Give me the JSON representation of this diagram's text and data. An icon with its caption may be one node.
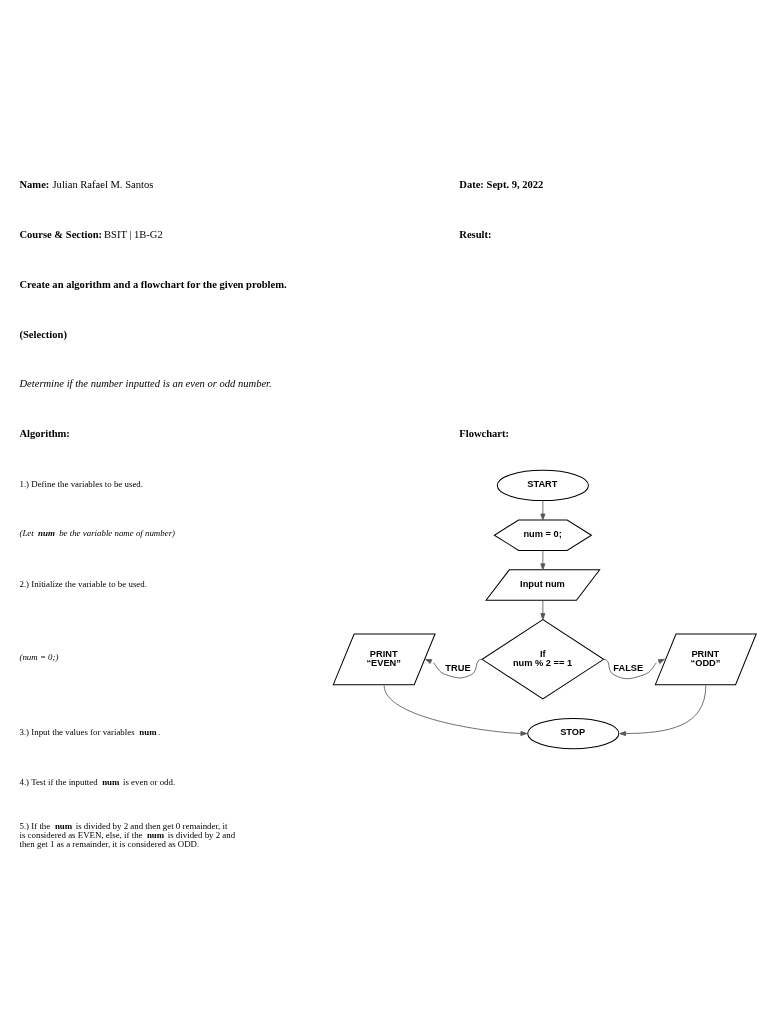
{
  "diagram": {
    "nodes": [
      {
        "text": [
          "START"
        ]
      },
      {
        "text": [
          "num = 0;"
        ]
      },
      {
        "text": [
          "Input num"
        ]
      },
      {
        "text": [
          "If num % 2 == 1"
        ]
      },
      {
        "text": [
          "PRINT “EVEN”"
        ]
      },
      {
        "text": [
          "PRINT “ODD”"
        ]
      },
      {
        "text": [
          "STOP"
        ]
      }
    ],
    "edges": [
      {
        "from": 0,
        "to": 1,
        "arrow": "to"
      },
      {
        "from": 1,
        "to": 2,
        "arrow": "to"
      },
      {
        "from": 2,
        "to": 3,
        "arrow": "to"
      },
      {
        "from": 3,
        "to": 4,
        "arrow": "to",
        "label": "TRUE"
      },
      {
        "from": 3,
        "to": 5,
        "arrow": "to",
        "label": "FALSE"
      },
      {
        "from": 4,
        "to": 6,
        "arrow": "to"
      },
      {
        "from": 5,
        "to": 6,
        "arrow": "to"
      }
    ],
    "labels": [
      "**Name:** Julian Rafael M. Santos",
      "Date: Sept. 9, 2022",
      "**Course & Section:** BSIT | 1B-G2",
      "Result:",
      "Create an algorithm and a flowchart for the given problem.",
      "(Selection)",
      "Determine if the number inputted is an even or odd number.",
      "Algorithm:",
      "Flowchart:",
      "1.) Define the variables to be used.",
      "(Let **num** be the variable name of number)",
      "2.) Initialize the variable to be used.",
      "(num = 0;)",
      "3.) Input the values for variables **num**.",
      "4.) Test if the inputted **num** is even or odd.",
      "5.) If the **num** is divided by 2 and then get 0 remainder, it is considered as EVEN, else, if the **num** is divided by 2 and then get 1 as a remainder, it is considered as ODD."
    ]
  }
}
